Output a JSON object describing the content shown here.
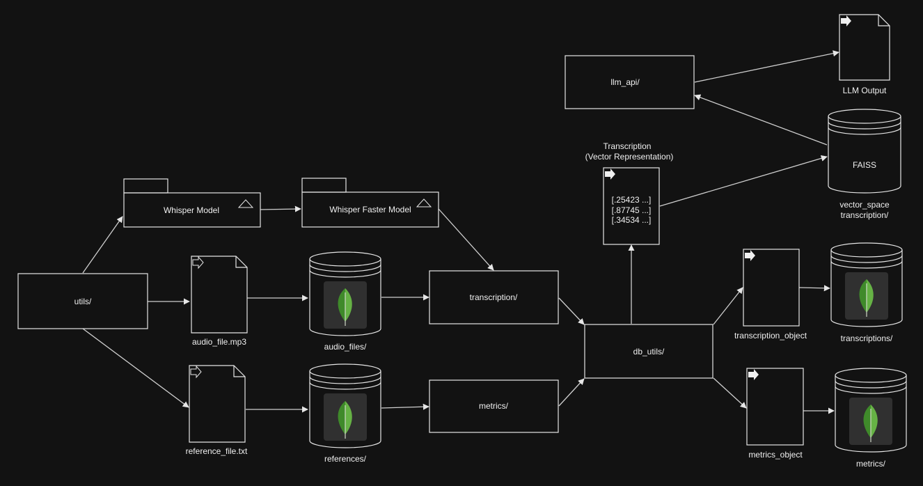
{
  "nodes": {
    "utils": "utils/",
    "whisper_model": "Whisper Model",
    "whisper_faster_model": "Whisper Faster Model",
    "audio_file": "audio_file.mp3",
    "audio_files": "audio_files/",
    "reference_file": "reference_file.txt",
    "references": "references/",
    "transcription": "transcription/",
    "metrics": "metrics/",
    "db_utils": "db_utils/",
    "vector_title_1": "Transcription",
    "vector_title_2": "(Vector Representation)",
    "vector_values": [
      "[.25423 ...]",
      "[.87745 ...]",
      "[.34534 ...]"
    ],
    "llm_api": "llm_api/",
    "llm_output": "LLM Output",
    "faiss": "FAISS",
    "vector_space_1": "vector_space",
    "vector_space_2": "transcription/",
    "transcription_object": "transcription_object",
    "transcriptions": "transcriptions/",
    "metrics_object": "metrics_object",
    "metrics_db": "metrics/"
  },
  "colors": {
    "background": "#121212",
    "stroke": "#e6e6e6",
    "text": "#f0f0f0",
    "leaf_light": "#66b245",
    "leaf_dark": "#3f8a2a",
    "db_tile": "#303030"
  },
  "icons": [
    "arrow-right-icon",
    "mongodb-leaf-icon",
    "package-collapse-icon"
  ]
}
